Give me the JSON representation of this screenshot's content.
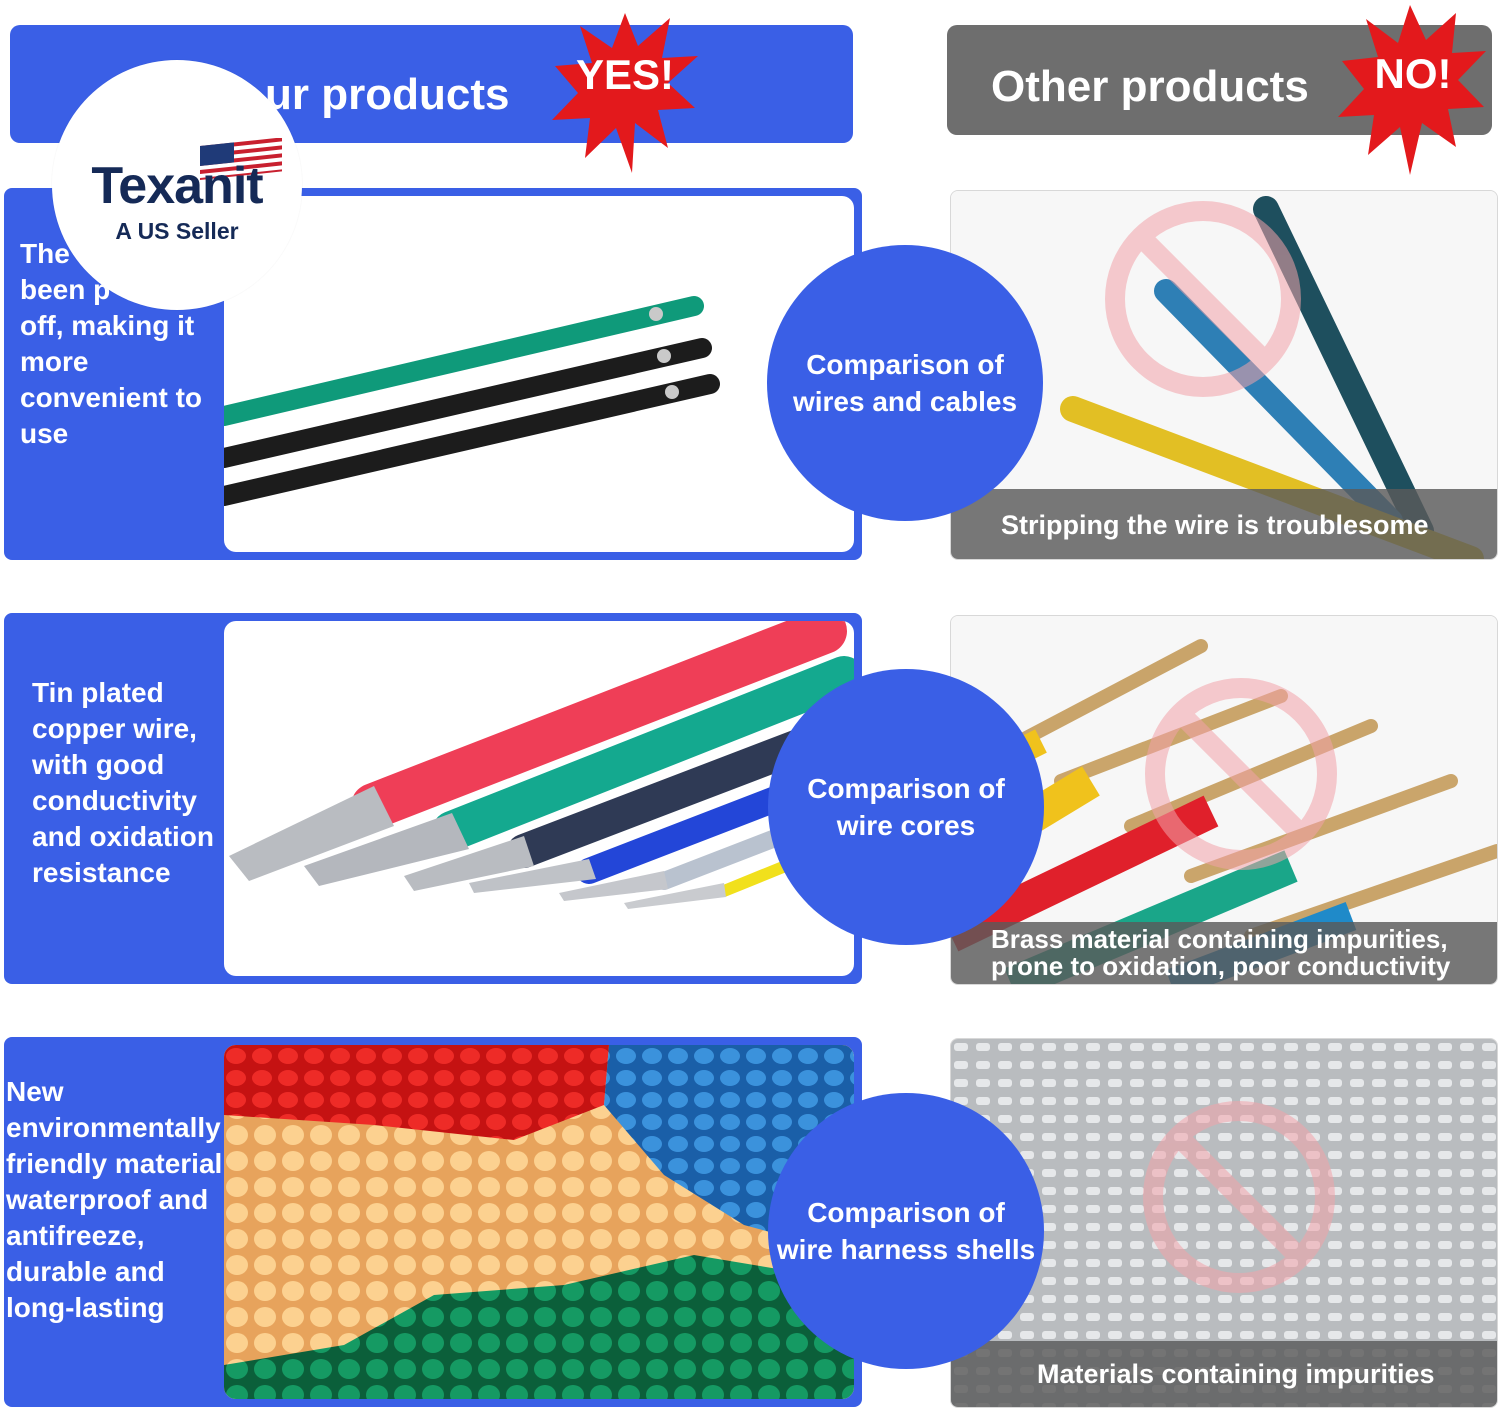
{
  "header": {
    "ours_title": "ur products",
    "ours_badge": "YES!",
    "others_title": "Other products",
    "others_badge": "NO!"
  },
  "logo": {
    "name": "Texanit",
    "tagline": "A US Seller"
  },
  "rows": [
    {
      "ours_text": "The\nbeen p\noff, making it\nmore\nconvenient to\nuse",
      "compare_label": "Comparison of\nwires and cables",
      "others_caption": "Stripping the wire is troublesome"
    },
    {
      "ours_text": "Tin plated\ncopper wire,\nwith good\nconductivity\nand oxidation\nresistance",
      "compare_label": "Comparison of\nwire cores",
      "others_caption": "Brass material containing impurities,\nprone to oxidation, poor conductivity"
    },
    {
      "ours_text": "New\nenvironmentally\nfriendly material,\nwaterproof and\nantifreeze,\ndurable and\nlong-lasting",
      "compare_label": "Comparison of\nwire harness shells",
      "others_caption": "Materials containing impurities"
    }
  ],
  "colors": {
    "brand_blue": "#3a5fe6",
    "banner_grey": "#6e6e6e",
    "badge_red": "#e3191c"
  }
}
